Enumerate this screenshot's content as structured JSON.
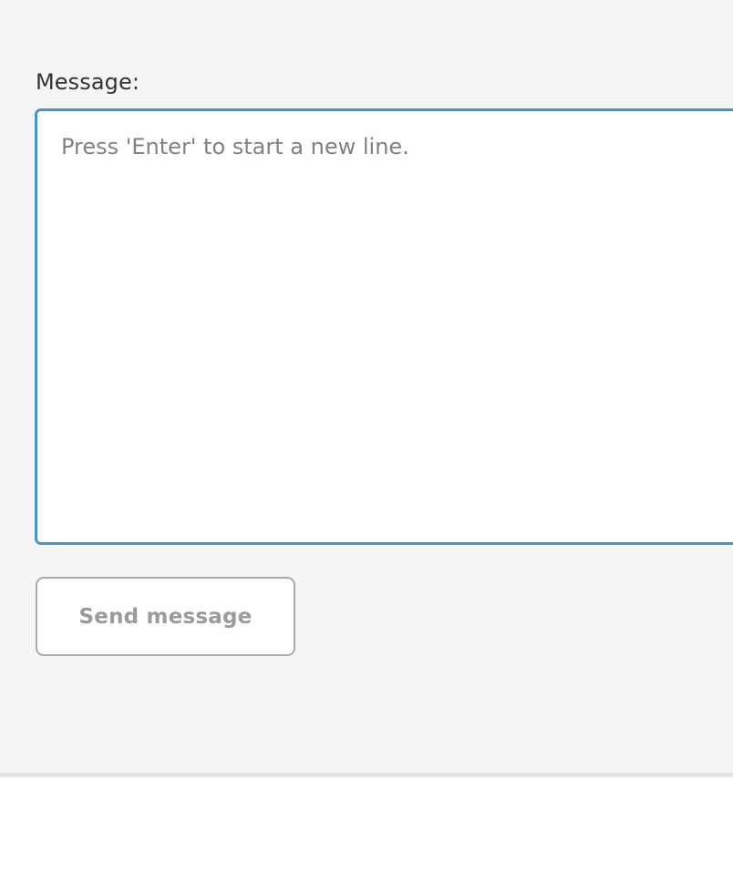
{
  "panel": {
    "background_color": "#f5f5f5",
    "divider_color": "#e4e4e4",
    "below_background_color": "#ffffff"
  },
  "form": {
    "label": "Message:",
    "textarea": {
      "placeholder": "Press 'Enter' to start a new line.",
      "value": "",
      "border_color": "#3f97ce",
      "background_color": "#ffffff",
      "text_color": "#818181"
    },
    "send_button": {
      "label": "Send message",
      "border_color": "#aaaaaa",
      "background_color": "#ffffff",
      "text_color": "#9b9b9b"
    }
  }
}
